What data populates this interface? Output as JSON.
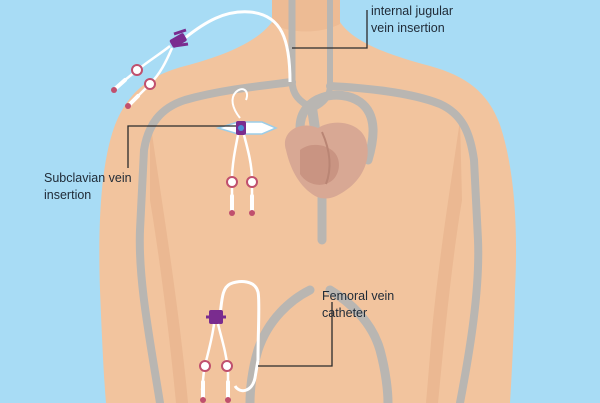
{
  "labels": {
    "jugular": {
      "line1": "internal jugular",
      "line2": "vein insertion"
    },
    "subclavian": {
      "line1": "Subclavian vein",
      "line2": "insertion"
    },
    "femoral": {
      "line1": "Femoral vein",
      "line2": "catheter"
    }
  },
  "colors": {
    "background": "#a8dcf5",
    "skin": "#f2c49e",
    "skin_shadow": "#e8b58e",
    "vessel": "#b9b6b2",
    "catheter": "#ffffff",
    "hub": "#7a2c8f",
    "clamp": "#c0506e",
    "heart": "#d8a894",
    "leader_line": "#2b2b2b"
  },
  "icons": [
    "heart-icon",
    "catheter-hub-icon",
    "clamp-icon"
  ]
}
